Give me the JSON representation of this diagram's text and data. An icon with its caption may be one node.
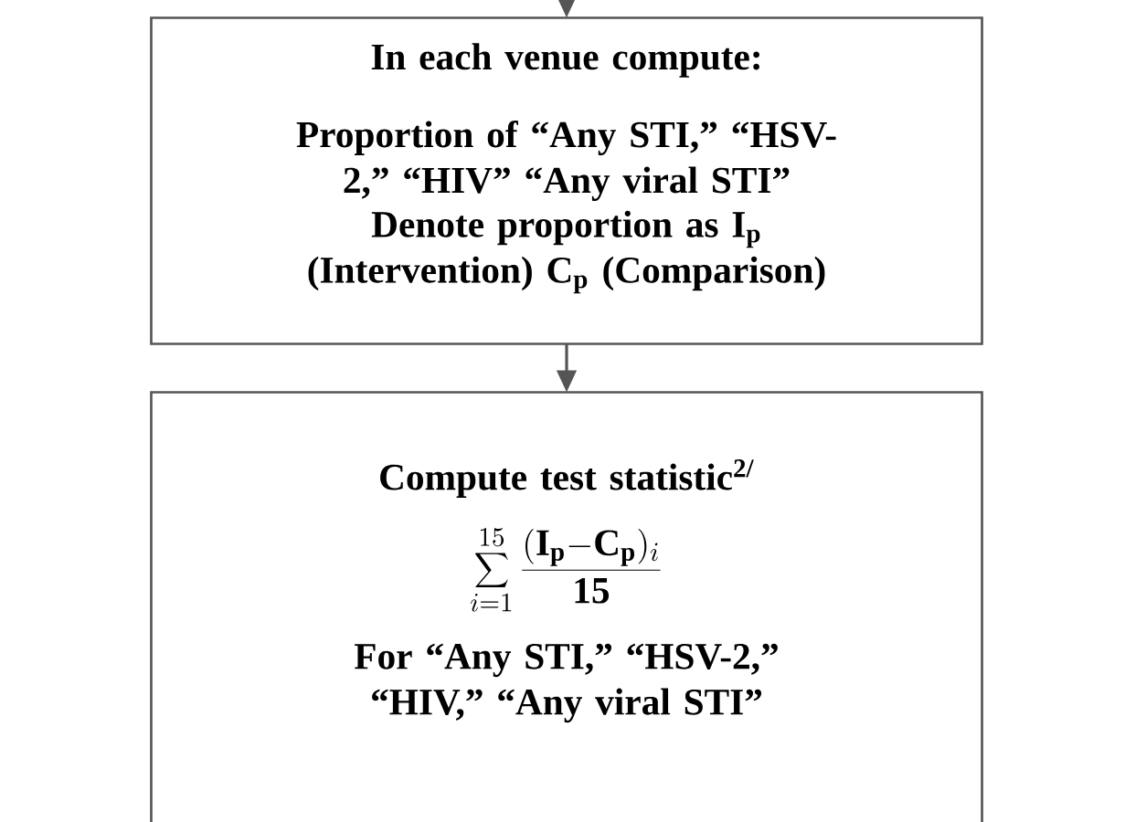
{
  "diagram": {
    "nodes": [
      {
        "text": [
          "In each venue compute:",
          "Proportion of “Any STI,” “HSV-2,” “HIV” “Any viral STI”",
          "Denote proportion as I$_{p}$ (Intervention) C$_{p}$ (Comparison)"
        ]
      },
      {
        "text": [
          "Compute test statistic$^{2/}$",
          "\\sum_{i=1}^{15}\\frac{(\\mathbf{I_p}\\mathbf{-}\\mathbf{C_p})_{i}}{\\mathbf{15}}",
          "For “Any STI,” “HSV-2,” “HIV,” “Any viral STI”"
        ]
      }
    ],
    "edges": [
      {
        "from": null,
        "to": 0,
        "arrow": "to"
      },
      {
        "from": 0,
        "to": 1,
        "arrow": "to"
      }
    ]
  }
}
